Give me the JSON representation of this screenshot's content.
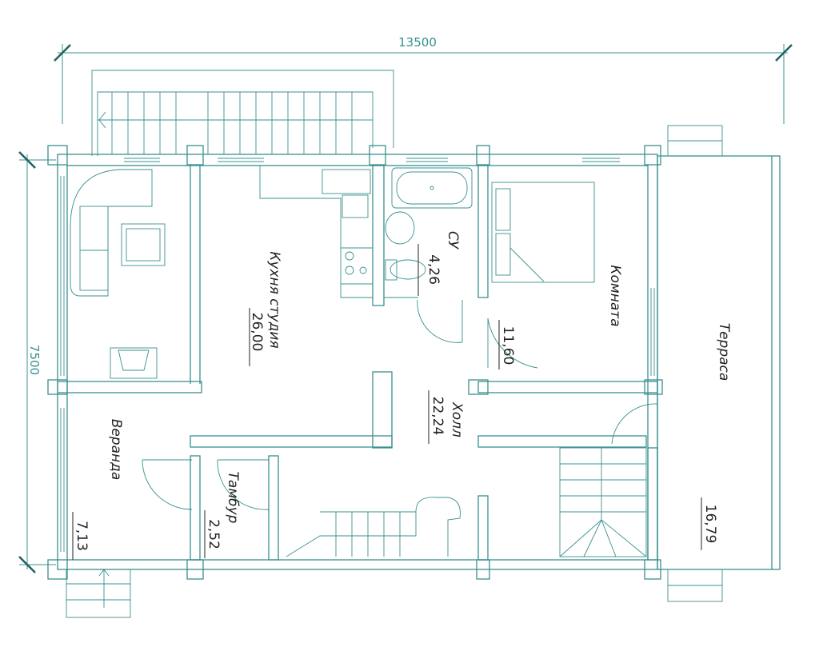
{
  "dimensions": {
    "width": "13500",
    "height": "7500"
  },
  "rooms": [
    {
      "name": "Кухня студия",
      "area": "26,00"
    },
    {
      "name": "СУ",
      "area": "4,26"
    },
    {
      "name": "Комната",
      "area": "11,60"
    },
    {
      "name": "Терраса",
      "area": "16,79"
    },
    {
      "name": "Холл",
      "area": "22,24"
    },
    {
      "name": "Веранда",
      "area": "7,13"
    },
    {
      "name": "Тамбур",
      "area": "2,52"
    }
  ],
  "colors": {
    "line": "#3a9090"
  }
}
